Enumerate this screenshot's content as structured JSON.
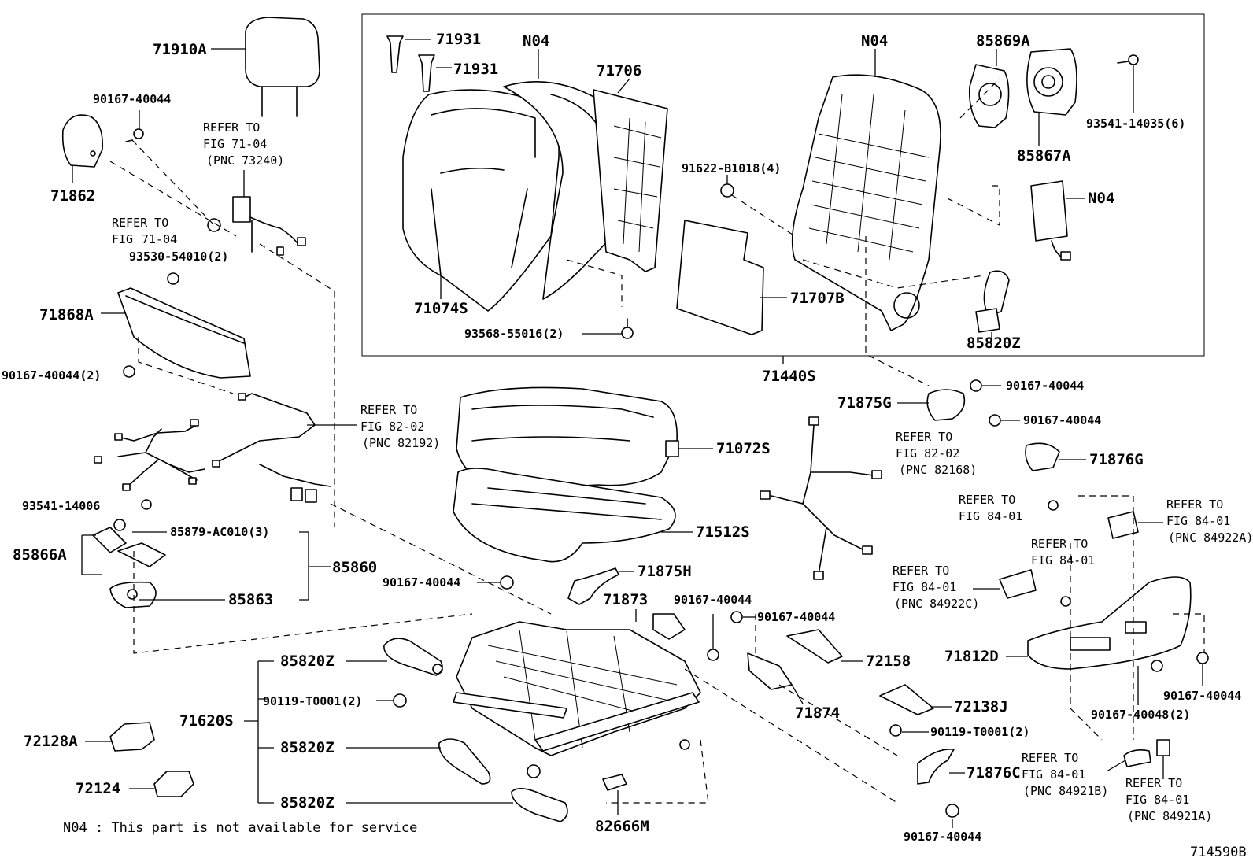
{
  "diagram_id": "714590B",
  "note": "N04 : This part is not available for service",
  "parts": {
    "p71910A": "71910A",
    "p90167_40044_a": "90167-40044",
    "p71862": "71862",
    "p71868A": "71868A",
    "p90167_40044_2": "90167-40044(2)",
    "p93530": "93530-54010(2)",
    "p93541_14006": "93541-14006",
    "p85879": "85879-AC010(3)",
    "p85866A": "85866A",
    "p85860": "85860",
    "p85863": "85863",
    "p71931_a": "71931",
    "p71931_b": "71931",
    "pN04_a": "N04",
    "p71706": "71706",
    "p71074S": "71074S",
    "p93568": "93568-55016(2)",
    "pN04_b": "N04",
    "p91622": "91622-B1018(4)",
    "p71707B": "71707B",
    "p85869A": "85869A",
    "p93541_14035": "93541-14035(6)",
    "p85867A": "85867A",
    "pN04_c": "N04",
    "p85820Z_top": "85820Z",
    "p71440S": "71440S",
    "p71875G": "71875G",
    "p90167_40044_b": "90167-40044",
    "p90167_40044_c": "90167-40044",
    "p71876G": "71876G",
    "p71072S": "71072S",
    "p71512S": "71512S",
    "p90167_40044_d": "90167-40044",
    "p71875H": "71875H",
    "p71873": "71873",
    "p90167_40044_e": "90167-40044",
    "p90167_40044_f": "90167-40044",
    "p72158": "72158",
    "p71874": "71874",
    "p72138J": "72138J",
    "p90119_right": "90119-T0001(2)",
    "p71876C": "71876C",
    "p90167_40044_g": "90167-40044",
    "p82666M": "82666M",
    "p85820Z_1": "85820Z",
    "p90119_left": "90119-T0001(2)",
    "p71620S": "71620S",
    "p85820Z_2": "85820Z",
    "p85820Z_3": "85820Z",
    "p72128A": "72128A",
    "p72124": "72124",
    "p71812D": "71812D",
    "p90167_40044_h": "90167-40044",
    "p90167_40048": "90167-40048(2)"
  },
  "refer_notes": {
    "r_fig7104_pnc": [
      "REFER TO",
      "FIG 71-04",
      "(PNC 73240)"
    ],
    "r_fig7104": [
      "REFER TO",
      "FIG",
      "71-04"
    ],
    "r_fig8202_left": [
      "REFER TO",
      "FIG 82-02",
      "(PNC 82192)"
    ],
    "r_fig8202_right": [
      "REFER TO",
      "FIG 82-02",
      "(PNC 82168)"
    ],
    "r_fig8401_a": [
      "REFER TO",
      "FIG 84-01"
    ],
    "r_fig8401_b": [
      "REFER TO",
      "FIG 84-01",
      "(PNC 84922A)"
    ],
    "r_fig8401_c": [
      "REFER TO",
      "FIG 84-01"
    ],
    "r_fig8401_d": [
      "REFER TO",
      "FIG 84-01",
      "(PNC 84922C)"
    ],
    "r_fig8401_e": [
      "REFER TO",
      "FIG 84-01",
      "(PNC 84921B)"
    ],
    "r_fig8401_f": [
      "REFER TO",
      "FIG 84-01",
      "(PNC 84921A)"
    ]
  }
}
